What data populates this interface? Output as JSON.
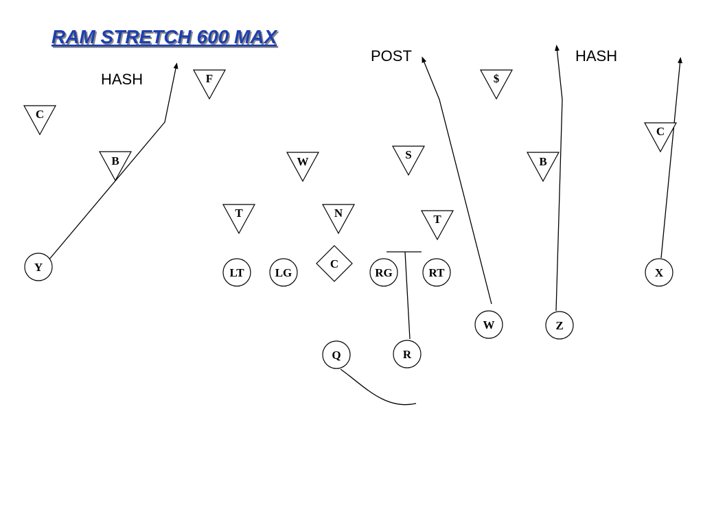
{
  "title": "RAM STRETCH 600 MAX",
  "colors": {
    "title_fill": "#1f3fae",
    "title_shadow": "#8a8a8a",
    "lines": "#000000"
  },
  "route_labels": {
    "hash_left": "HASH",
    "post": "POST",
    "hash_right": "HASH"
  },
  "offense": {
    "y": "Y",
    "lt": "LT",
    "lg": "LG",
    "c": "C",
    "rg": "RG",
    "rt": "RT",
    "x": "X",
    "w": "W",
    "z": "Z",
    "q": "Q",
    "r": "R"
  },
  "defense": {
    "c_left": "C",
    "f": "F",
    "b_left": "B",
    "w": "W",
    "s": "S",
    "dollar": "$",
    "b_right": "B",
    "c_right": "C",
    "t_left": "T",
    "n": "N",
    "t_right": "T"
  }
}
